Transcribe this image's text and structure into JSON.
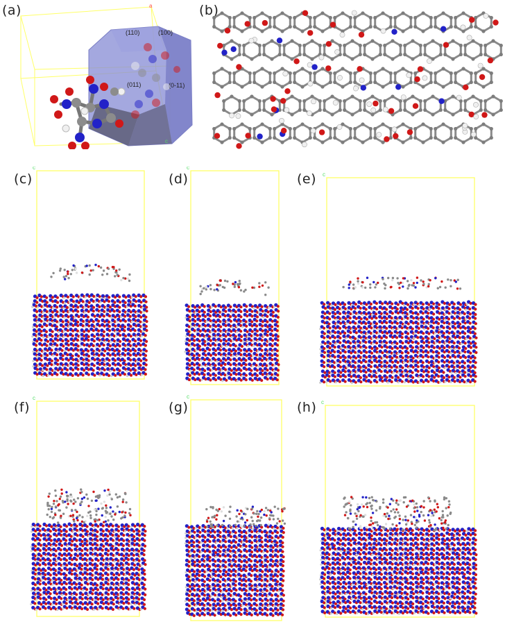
{
  "panels": {
    "a": {
      "label": "(a)",
      "facets": [
        "(110)",
        "(100)",
        "(011)",
        "(0-11)"
      ]
    },
    "b": {
      "label": "(b)"
    },
    "c": {
      "label": "(c)"
    },
    "d": {
      "label": "(d)"
    },
    "e": {
      "label": "(e)"
    },
    "f": {
      "label": "(f)"
    },
    "g": {
      "label": "(g)"
    },
    "h": {
      "label": "(h)"
    }
  },
  "axis_letters": {
    "c": "c",
    "a": "a"
  },
  "colors": {
    "cell_edge": "#ffff66",
    "oxygen": "#d01818",
    "nitrogen": "#2222c8",
    "carbon": "#8c8c8c",
    "hydrogen": "#f0f0f0",
    "crystal_face": "#8a8fd6",
    "axis_c": "#55dd66",
    "axis_a": "#ff5050"
  }
}
